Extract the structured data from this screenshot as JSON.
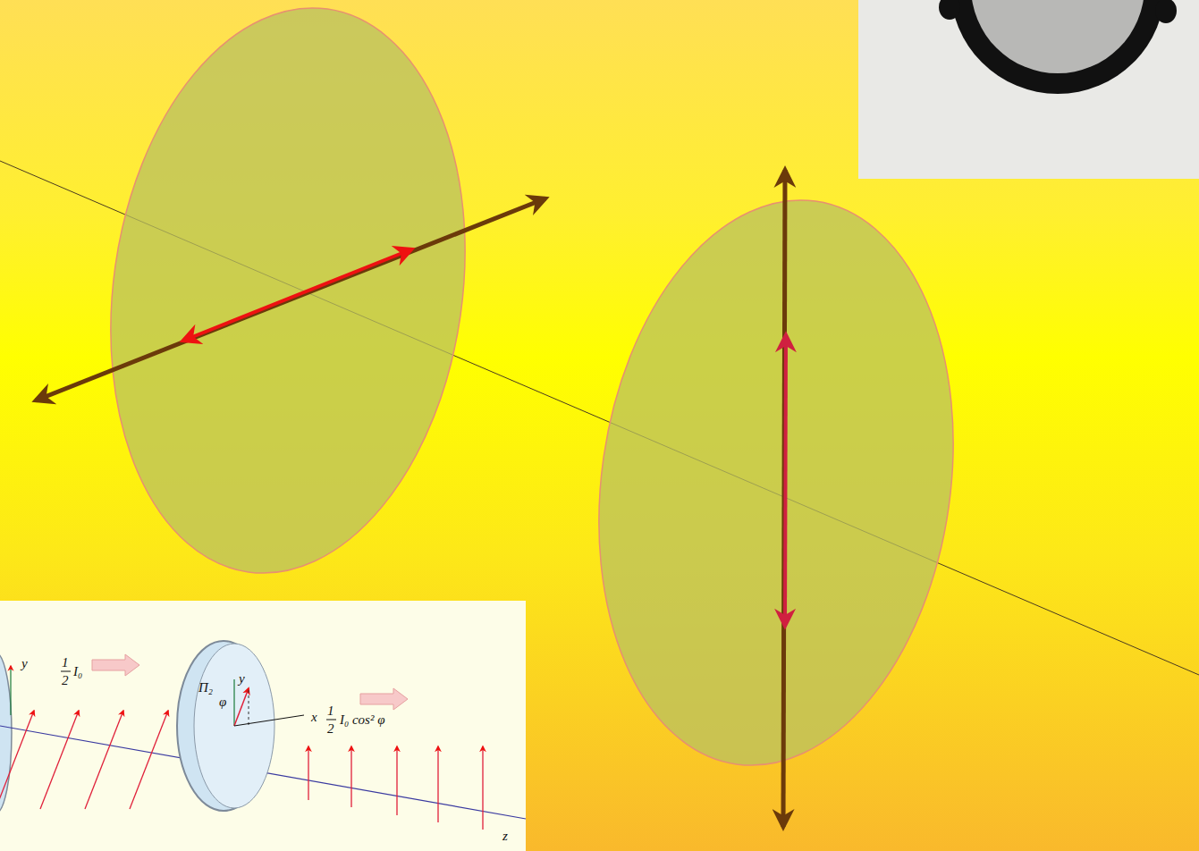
{
  "diagram": {
    "labels": [
      "y",
      "1",
      "2",
      "I₀",
      "y",
      "Π₂",
      "φ",
      "x",
      "1",
      "2",
      "I₀ cos² φ",
      "z"
    ]
  }
}
